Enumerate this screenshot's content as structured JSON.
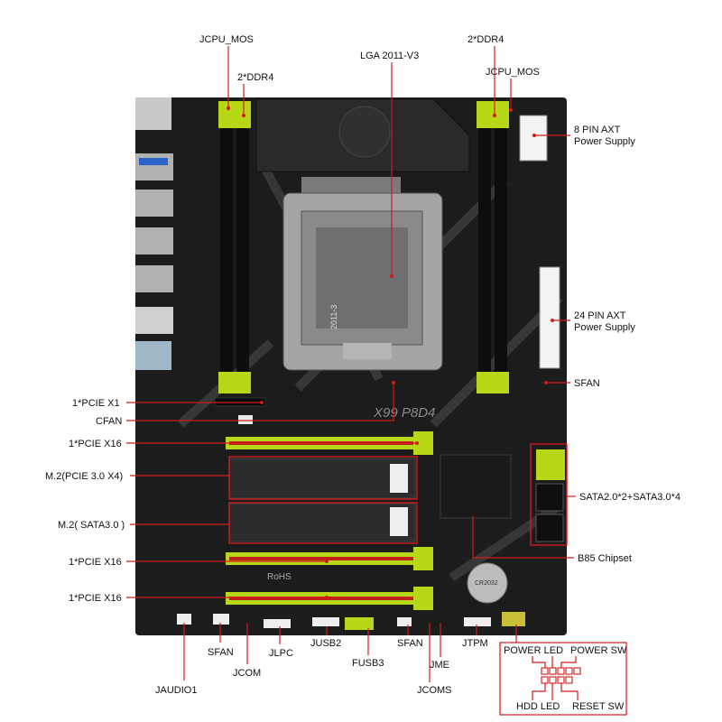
{
  "board": {
    "model_text": "X99 P8D4",
    "socket_text": "2011-3",
    "rohs_text": "RoHS",
    "battery_text": "CR2032"
  },
  "colors": {
    "pcb": "#1c1c1c",
    "pcb_dark": "#111111",
    "accent": "#b6d817",
    "leader": "#d21a1a",
    "pci_red": "#c0221b"
  },
  "labels": {
    "jcpu_mos_left": "JCPU_MOS",
    "ddr4_left": "2*DDR4",
    "lga": "LGA 2011-V3",
    "ddr4_right": "2*DDR4",
    "jcpu_mos_right": "JCPU_MOS",
    "pin8_line1": "8 PIN AXT",
    "pin8_line2": "Power Supply",
    "pin24_line1": "24 PIN AXT",
    "pin24_line2": "Power Supply",
    "sfan_right": "SFAN",
    "pcie_x1": "1*PCIE X1",
    "cfan": "CFAN",
    "pcie_x16_a": "1*PCIE X16",
    "m2_pcie": "M.2(PCIE 3.0 X4)",
    "sata": "SATA2.0*2+SATA3.0*4",
    "m2_sata": "M.2( SATA3.0 )",
    "b85": "B85 Chipset",
    "pcie_x16_b": "1*PCIE X16",
    "pcie_x16_c": "1*PCIE X16",
    "sfan_b1": "SFAN",
    "jlpc": "JLPC",
    "jusb2": "JUSB2",
    "sfan_b2": "SFAN",
    "jtpm": "JTPM",
    "jcom": "JCOM",
    "fusb3": "FUSB3",
    "jme": "JME",
    "jaudio": "JAUDIO1",
    "jcoms": "JCOMS",
    "power_led": "POWER LED",
    "power_sw": "POWER SW",
    "hdd_led": "HDD LED",
    "reset_sw": "RESET SW"
  }
}
